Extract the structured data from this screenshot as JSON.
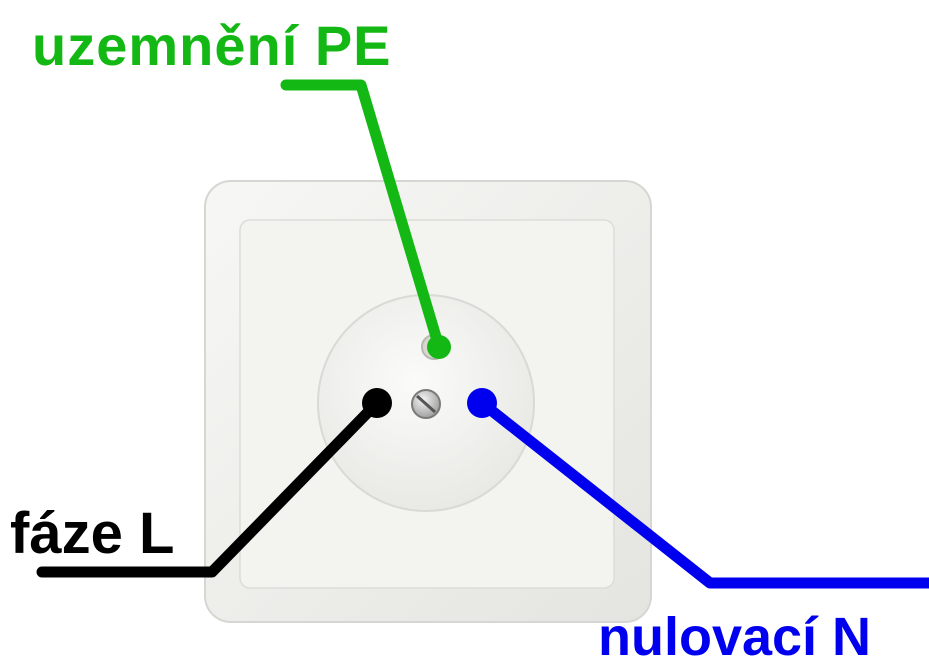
{
  "labels": {
    "ground": "uzemnění PE",
    "phase": "fáze L",
    "neutral": "nulovací N"
  },
  "colors": {
    "ground": "#14b814",
    "phase": "#000000",
    "neutral": "#0000ee",
    "socket_body": "#f1f1ee",
    "background": "#ffffff"
  }
}
